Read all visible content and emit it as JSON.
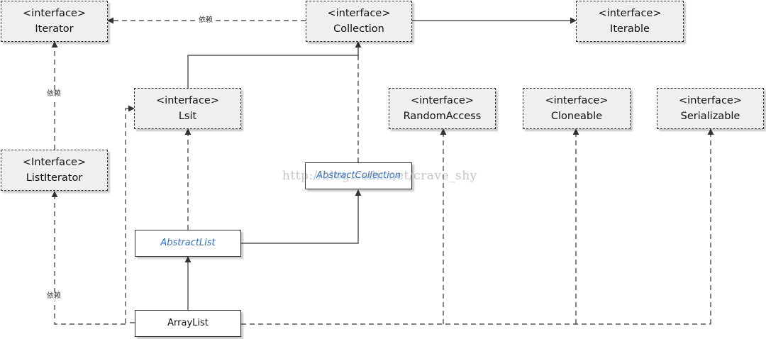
{
  "nodes": {
    "iterator": {
      "stereotype": "<interface>",
      "name": "Iterator"
    },
    "collection": {
      "stereotype": "<interface>",
      "name": "Collection"
    },
    "iterable": {
      "stereotype": "<interface>",
      "name": "Iterable"
    },
    "lsit": {
      "stereotype": "<interface>",
      "name": "Lsit"
    },
    "random_access": {
      "stereotype": "<interface>",
      "name": "RandomAccess"
    },
    "cloneable": {
      "stereotype": "<interface>",
      "name": "Cloneable"
    },
    "serializable": {
      "stereotype": "<interface>",
      "name": "Serializable"
    },
    "list_iterator": {
      "stereotype": "<Interface>",
      "name": "ListIterator"
    },
    "abstract_collection": {
      "name": "AbstractCollection"
    },
    "abstract_list": {
      "name": "AbstractList"
    },
    "array_list": {
      "name": "ArrayList"
    }
  },
  "edge_labels": {
    "collection_to_iterator": "依赖",
    "listiterator_to_iterator": "依赖",
    "arraylist_to_listiterator": "依赖"
  },
  "watermark": "http://blog.csdn.net/crave_shy",
  "colors": {
    "abstract_text": "#2a6fc9",
    "box_fill": "#efefef",
    "line": "#333333"
  }
}
